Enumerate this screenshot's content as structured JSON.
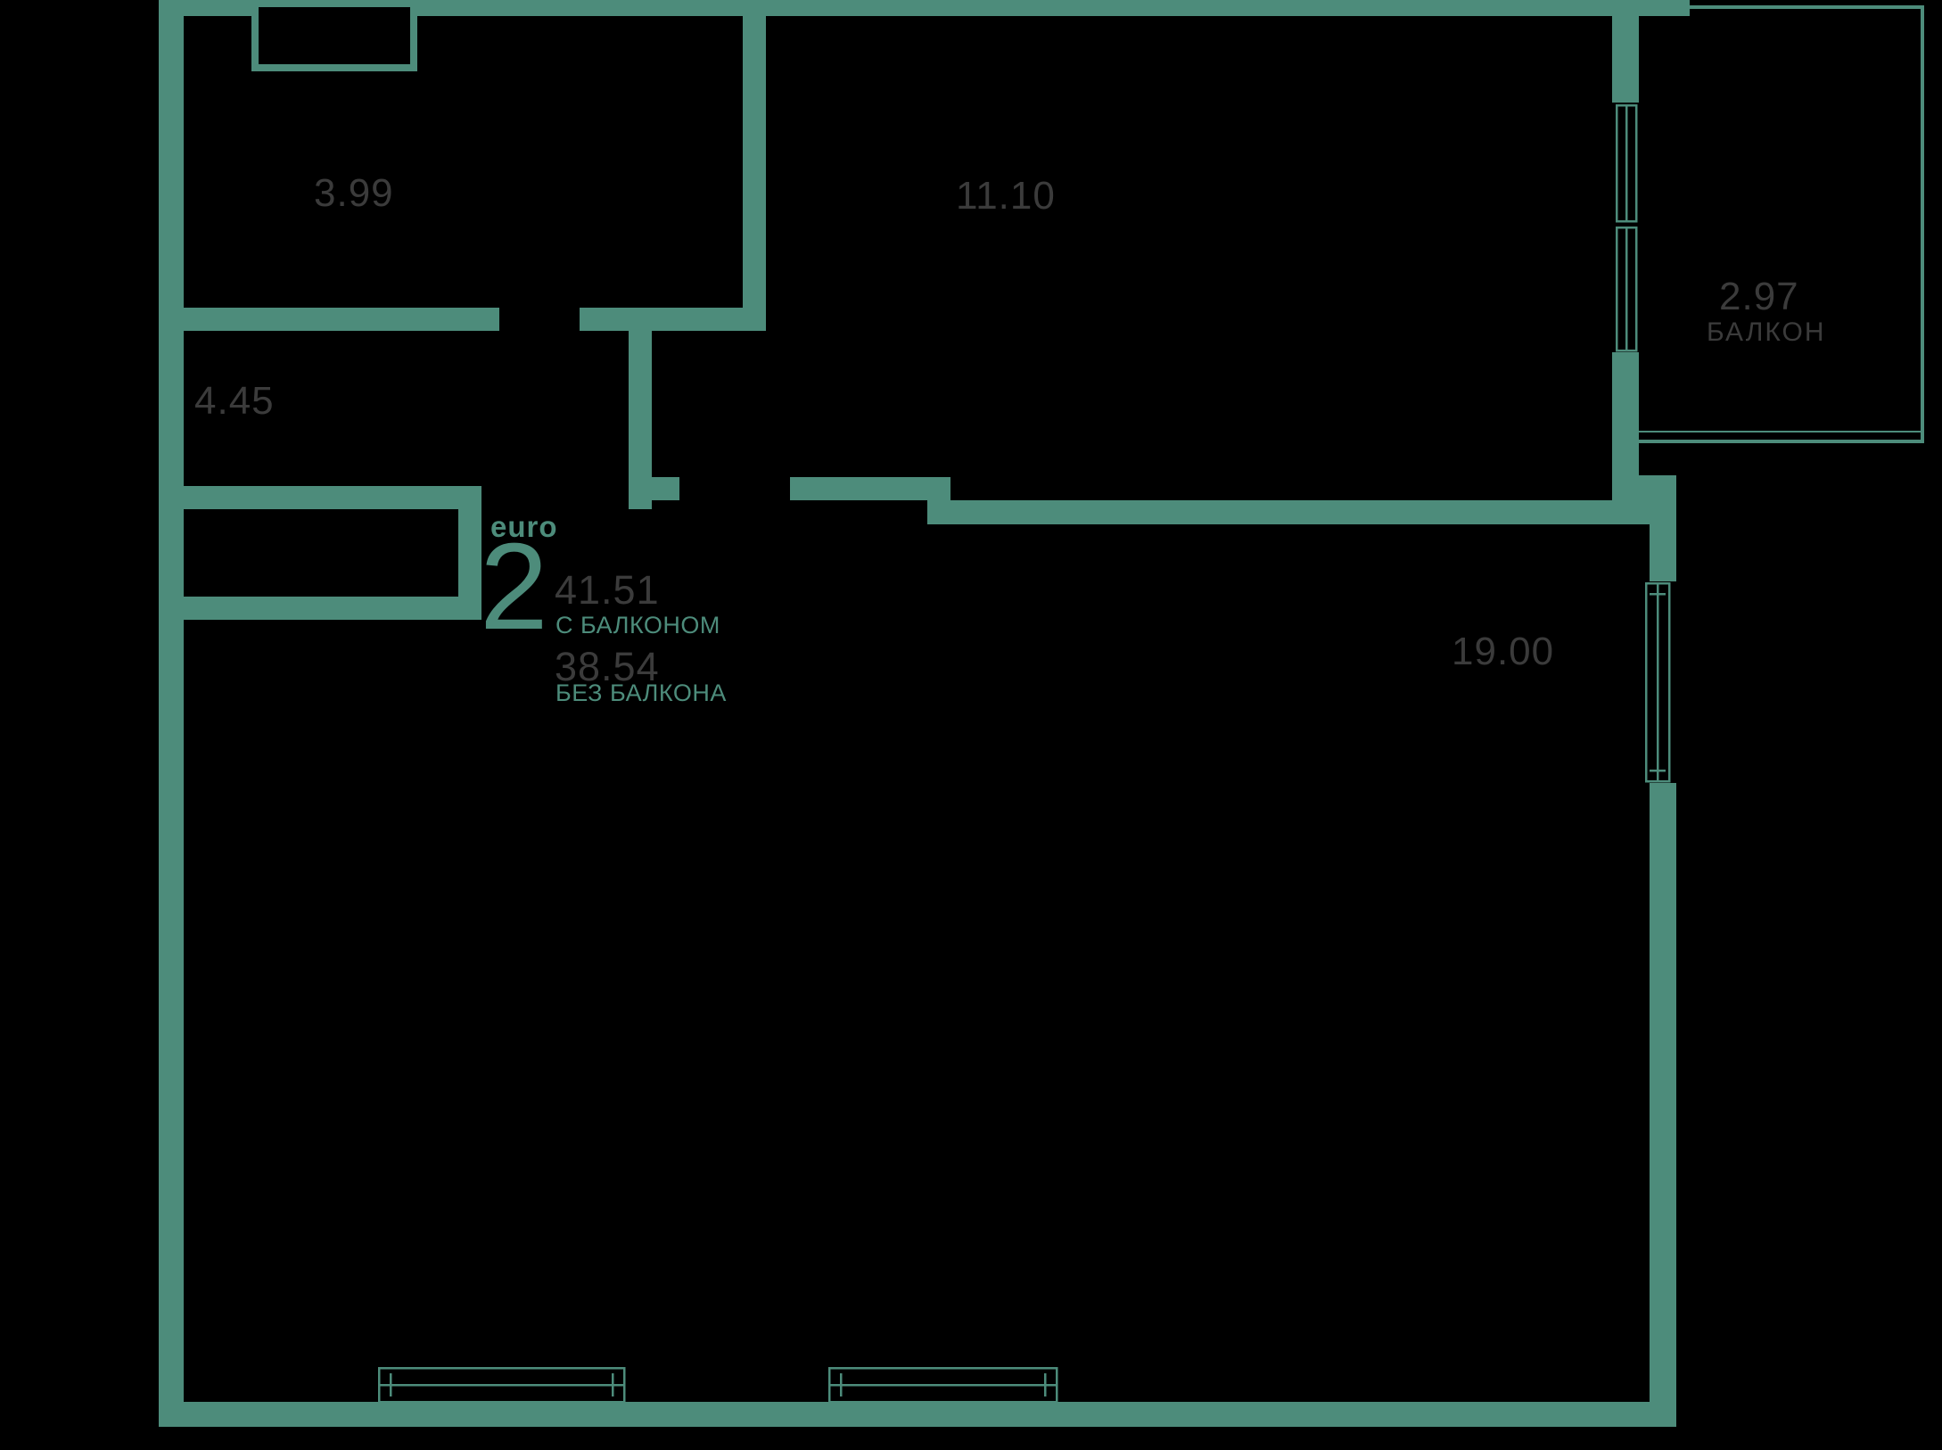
{
  "plan": {
    "colors": {
      "background": "#000000",
      "wall": "#4d8c7b",
      "dark_text": "#3b3b3b",
      "accent_text": "#4d8c7b"
    },
    "rooms": [
      {
        "name": "room-top-left",
        "area": "3.99"
      },
      {
        "name": "room-top-middle",
        "area": "11.10"
      },
      {
        "name": "hallway",
        "area": "4.45"
      },
      {
        "name": "living-room",
        "area": "19.00"
      }
    ],
    "balcony": {
      "area": "2.97",
      "label": "БАЛКОН"
    },
    "summary": {
      "type_label": "euro",
      "rooms_count": "2",
      "area_with_balcony": "41.51",
      "with_balcony_label": "С БАЛКОНОМ",
      "area_without_balcony": "38.54",
      "without_balcony_label": "БЕЗ БАЛКОНА"
    }
  }
}
